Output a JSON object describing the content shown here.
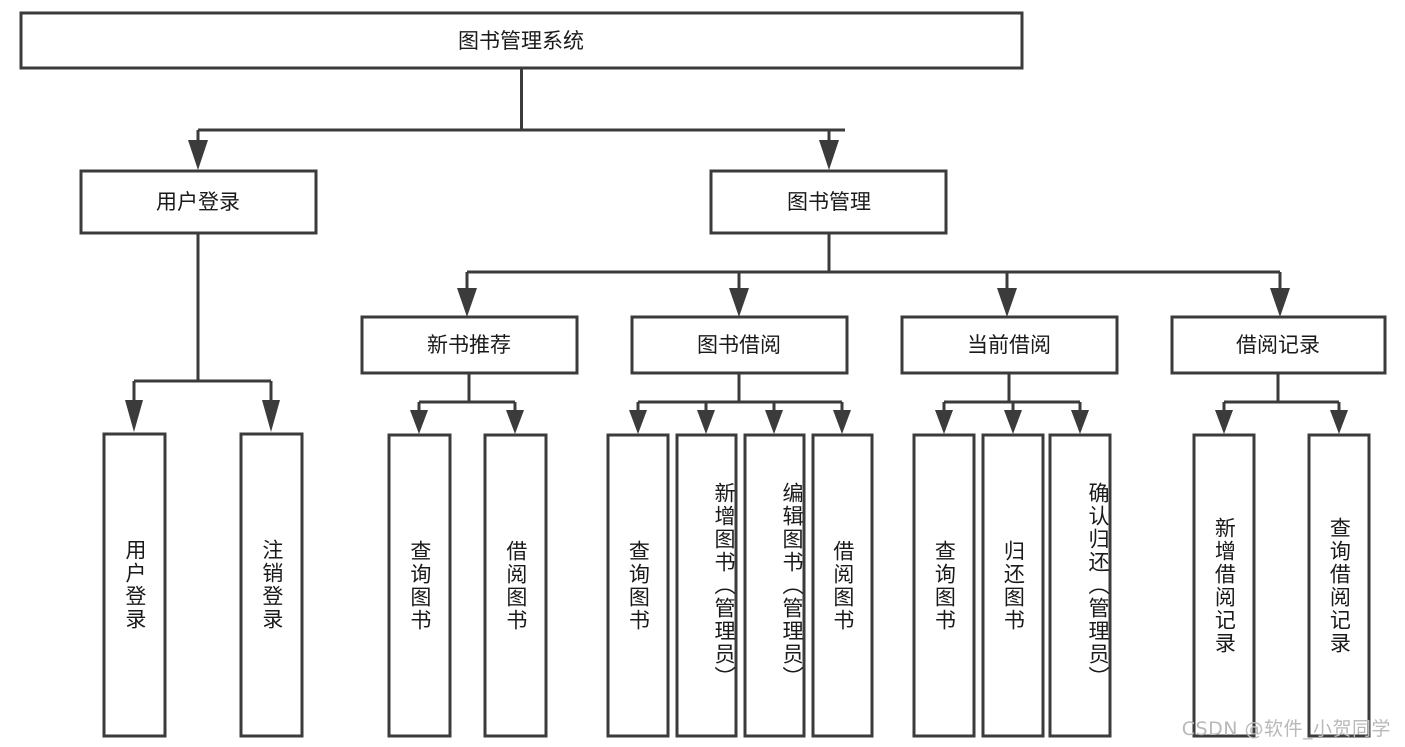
{
  "diagram": {
    "type": "hierarchy-tree",
    "title": "图书管理系统",
    "watermark": "CSDN @软件_小贺同学",
    "colors": {
      "background": "#ffffff",
      "box_stroke": "#3b3b3b",
      "box_fill": "#ffffff",
      "text": "#1a1a1a",
      "watermark": "#b9b9b9"
    },
    "root": {
      "label": "图书管理系统"
    },
    "level2": [
      {
        "label": "用户登录"
      },
      {
        "label": "图书管理"
      }
    ],
    "level3": [
      {
        "label": "新书推荐"
      },
      {
        "label": "图书借阅"
      },
      {
        "label": "当前借阅"
      },
      {
        "label": "借阅记录"
      }
    ],
    "leaves": {
      "user_login": [
        {
          "label": "用户登录"
        },
        {
          "label": "注销登录"
        }
      ],
      "new_book": [
        {
          "label": "查询图书"
        },
        {
          "label": "借阅图书"
        }
      ],
      "book_borrow": [
        {
          "label": "查询图书"
        },
        {
          "label": "新增图书（管理员）"
        },
        {
          "label": "编辑图书（管理员）"
        },
        {
          "label": "借阅图书"
        }
      ],
      "current_borrow": [
        {
          "label": "查询图书"
        },
        {
          "label": "归还图书"
        },
        {
          "label": "确认归还（管理员）"
        }
      ],
      "borrow_record": [
        {
          "label": "新增借阅记录"
        },
        {
          "label": "查询借阅记录"
        }
      ]
    }
  }
}
